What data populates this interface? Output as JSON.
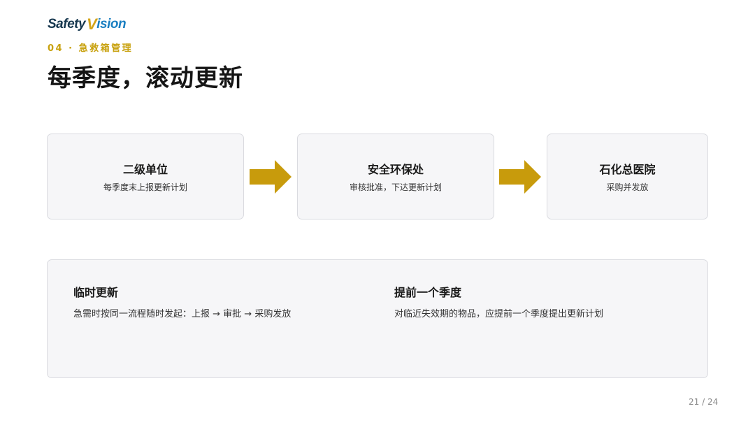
{
  "logo": {
    "part1": "Safety",
    "part2": "V",
    "part3": "ision",
    "colors": {
      "safety": "#17384f",
      "v": "#d4a419",
      "ision": "#1a7fc1"
    }
  },
  "header": {
    "section_label": "04 · 急救箱管理",
    "title": "每季度，滚动更新"
  },
  "flow": {
    "steps": [
      {
        "title": "二级单位",
        "desc": "每季度末上报更新计划"
      },
      {
        "title": "安全环保处",
        "desc": "审核批准，下达更新计划"
      },
      {
        "title": "石化总医院",
        "desc": "采购并发放"
      }
    ],
    "arrow_icon": "arrow-right-icon",
    "arrow_color": "#c89b0c"
  },
  "panel": {
    "columns": [
      {
        "title": "临时更新",
        "desc": "急需时按同一流程随时发起：上报 → 审批 → 采购发放"
      },
      {
        "title": "提前一个季度",
        "desc": "对临近失效期的物品，应提前一个季度提出更新计划"
      }
    ]
  },
  "footer": {
    "page_number": "21 / 24"
  },
  "colors": {
    "accent": "#c8a10e",
    "box_bg": "#f6f6f8",
    "box_border": "#dadbe0"
  }
}
